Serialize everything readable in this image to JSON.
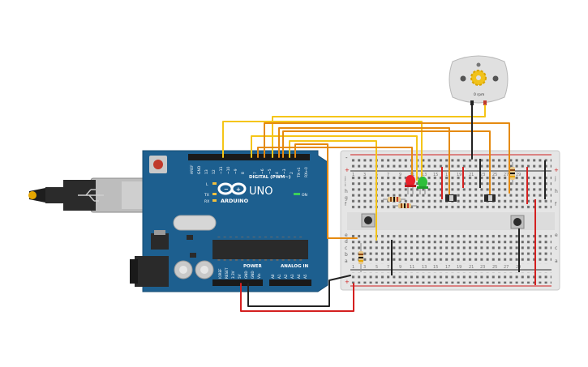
{
  "arduino": {
    "brand": "ARDUINO",
    "model": "UNO",
    "on_label": "ON",
    "digital_label": "DIGITAL (PWM~)",
    "power_label": "POWER",
    "analog_label": "ANALOG IN",
    "led_labels": [
      "L",
      "TX",
      "RX"
    ],
    "digital_pins": [
      "AREF",
      "GND",
      "13",
      "12",
      "~11",
      "~10",
      "~9",
      "8",
      "7",
      "~6",
      "~5",
      "4",
      "~3",
      "2",
      "TX→1",
      "RX←0"
    ],
    "power_pins": [
      "IOREF",
      "RESET",
      "3.3V",
      "5V",
      "GND",
      "GND",
      "Vin"
    ],
    "analog_pins": [
      "A0",
      "A1",
      "A2",
      "A3",
      "A4",
      "A5"
    ]
  },
  "motor": {
    "speed_label": "0 rpm"
  },
  "breadboard": {
    "row_letters_top": [
      "j",
      "i",
      "h",
      "g",
      "f"
    ],
    "row_letters_bottom": [
      "e",
      "d",
      "c",
      "b",
      "a"
    ],
    "column_numbers": [
      "1",
      "3",
      "5",
      "7",
      "9",
      "11",
      "13",
      "15",
      "17",
      "19",
      "21",
      "23",
      "25",
      "27",
      "29"
    ],
    "rail_plus": "+",
    "rail_minus": "-"
  },
  "colors": {
    "board_blue": "#1d5f8f",
    "breadboard": "#e6e6e6",
    "wire_yellow": "#f5c518",
    "wire_orange": "#e58a10",
    "wire_red": "#d42020",
    "wire_black": "#222222",
    "led_red": "#e8202a",
    "led_green": "#2fbf3a"
  }
}
